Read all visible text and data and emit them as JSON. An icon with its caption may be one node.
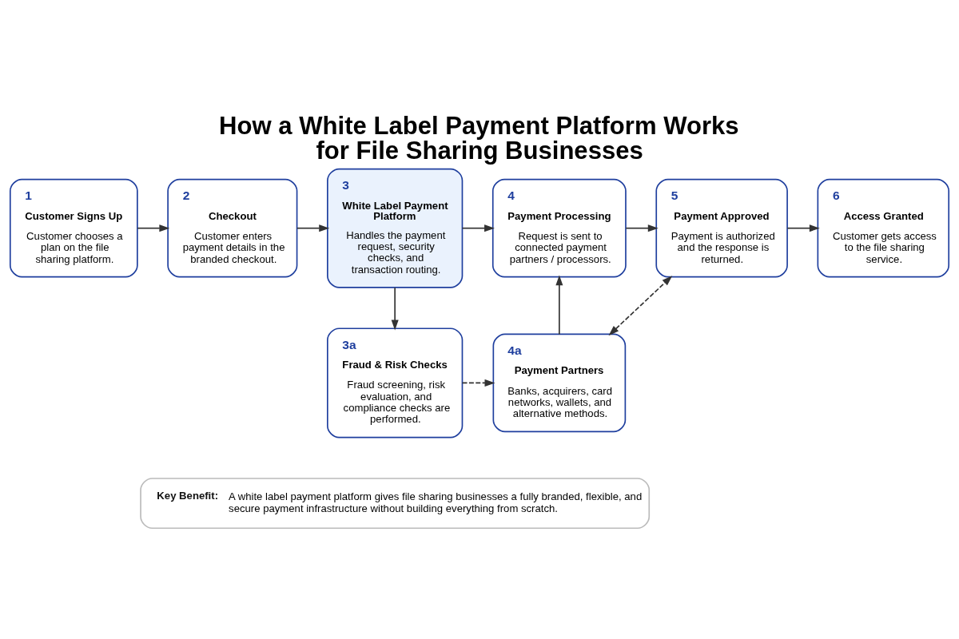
{
  "diagram": {
    "title": "How a White Label Payment Platform Works for File Sharing Businesses",
    "nodes": [
      {
        "text": [
          "1",
          "Customer Signs Up",
          "Customer chooses a plan on the file sharing platform."
        ]
      },
      {
        "text": [
          "2",
          "Checkout",
          "Customer enters payment details in the branded checkout."
        ]
      },
      {
        "text": [
          "3",
          "White Label Payment Platform",
          "Handles the payment request, security checks, and transaction routing."
        ]
      },
      {
        "text": [
          "4",
          "Payment Processing",
          "Request is sent to connected payment partners / processors."
        ]
      },
      {
        "text": [
          "5",
          "Payment Approved",
          "Payment is authorized and the response is returned."
        ]
      },
      {
        "text": [
          "6",
          "Access Granted",
          "Customer gets access to the file sharing service."
        ]
      },
      {
        "text": [
          "3a",
          "Fraud & Risk Checks",
          "Fraud screening, risk evaluation, and compliance checks are performed."
        ]
      },
      {
        "text": [
          "4a",
          "Payment Partners",
          "Banks, acquirers, card networks, wallets, and alternative methods."
        ]
      },
      {
        "text": [
          "Key Benefit:",
          "A white label payment platform gives file sharing businesses a fully branded, flexible, and secure payment infrastructure without building everything from scratch."
        ]
      }
    ],
    "edges": [
      {
        "from": 0,
        "to": 1,
        "arrow": "to"
      },
      {
        "from": 1,
        "to": 2,
        "arrow": "to"
      },
      {
        "from": 2,
        "to": 3,
        "arrow": "to"
      },
      {
        "from": 3,
        "to": 4,
        "arrow": "to"
      },
      {
        "from": 4,
        "to": 5,
        "arrow": "to"
      },
      {
        "from": 2,
        "to": 6,
        "arrow": "to"
      },
      {
        "from": 6,
        "to": 7,
        "arrow": "to",
        "style": "dashed"
      },
      {
        "from": 7,
        "to": 3,
        "arrow": "to"
      },
      {
        "from": 7,
        "to": 4,
        "arrow": "both",
        "style": "dashed"
      }
    ]
  }
}
